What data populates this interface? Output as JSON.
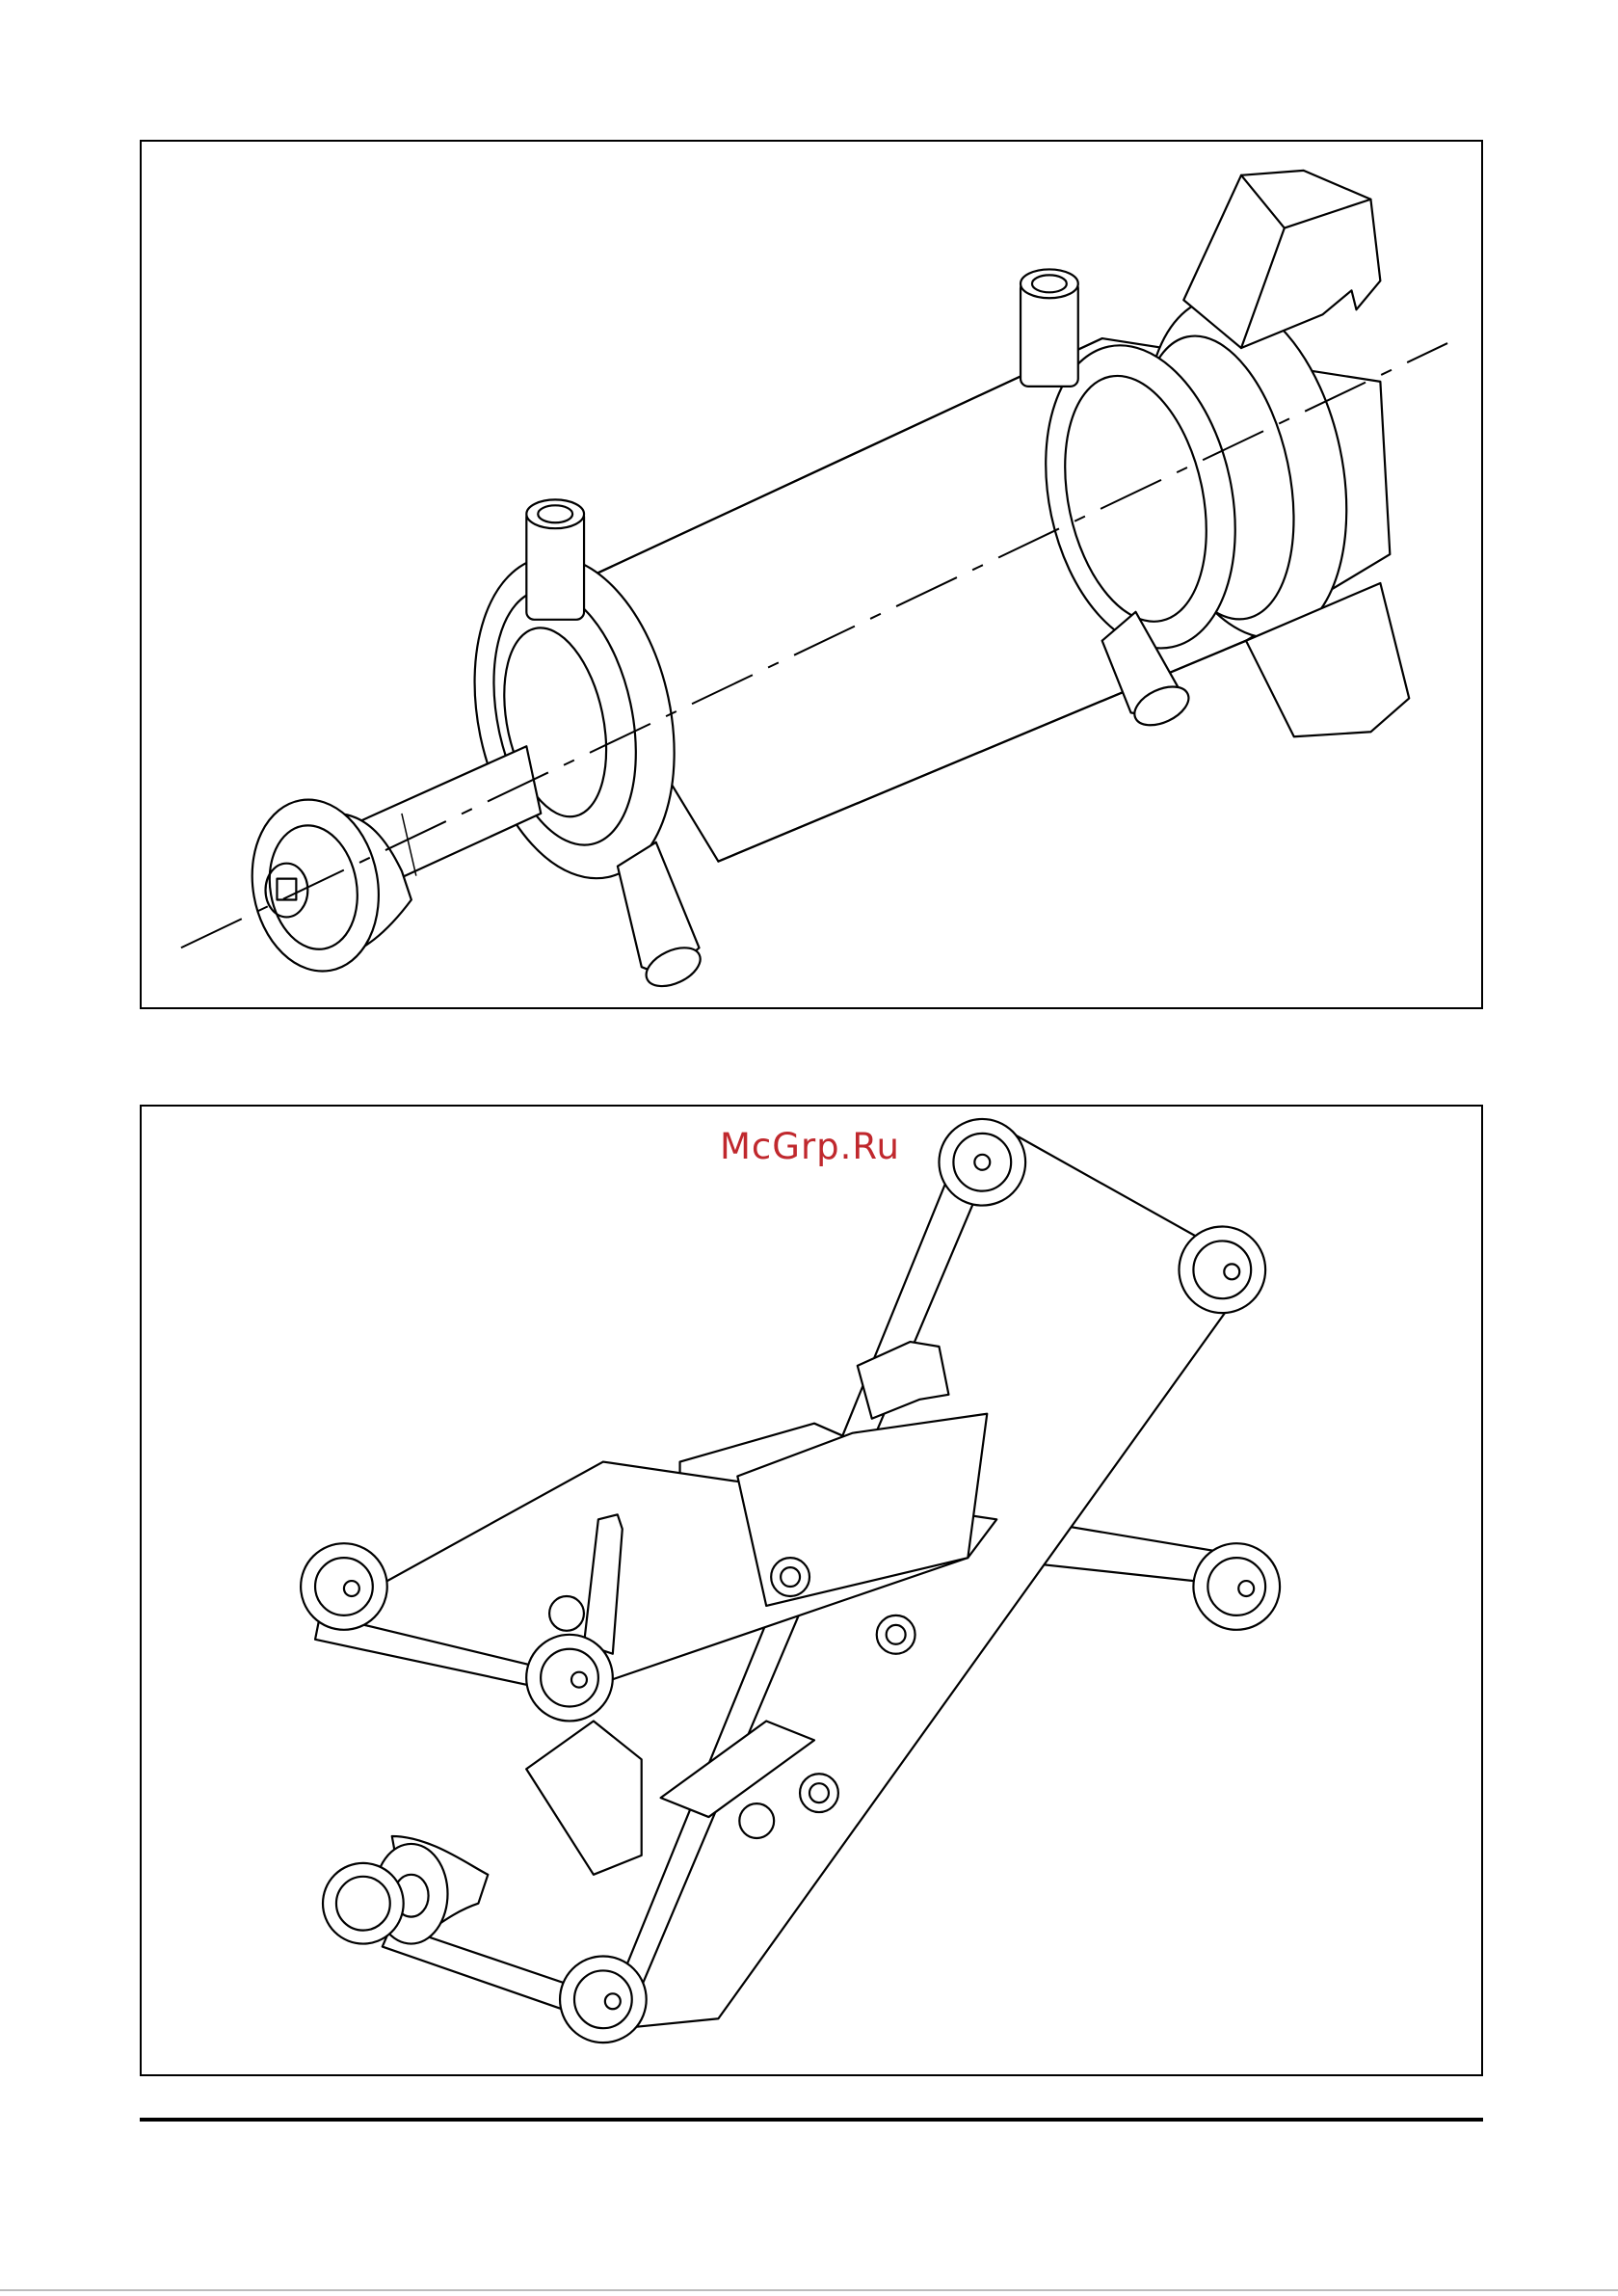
{
  "watermark": {
    "text": "McGrp.Ru",
    "color": "#c0282d"
  },
  "figures": [
    {
      "subject": "hydraulic-cylinder-illustration"
    },
    {
      "subject": "scissor-lift-frame-illustration"
    }
  ]
}
